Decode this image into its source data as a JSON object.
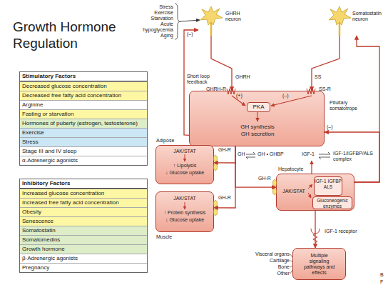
{
  "diagram": {
    "title": "Growth Hormone Regulation",
    "nodes": [
      {
        "text": [
          "Stimulatory Factors",
          "Decreased glucose concentration",
          "Decreased free fatty acid concentration",
          "Arginine",
          "Fasting or starvation",
          "Hormones of puberty (estrogen, testosterone)",
          "Exercise",
          "Stress",
          "Stage III and IV sleep",
          "α-Adrenergic agonists"
        ]
      },
      {
        "text": [
          "Inhibitory Factors",
          "Increased glucose concentration",
          "Increased free fatty acid concentration",
          "Obesity",
          "Senescence",
          "Somatostatin",
          "Somatomedins",
          "Growth hormone",
          "β-Adrenergic agonists",
          "Pregnancy"
        ]
      },
      {
        "text": [
          "GHRH neuron"
        ]
      },
      {
        "text": [
          "Somatostatin neuron"
        ]
      },
      {
        "text": [
          "Pituitary somatotrope",
          "GH synthesis",
          "GH secretion"
        ]
      },
      {
        "text": [
          "PKA"
        ],
        "in": 4
      },
      {
        "text": [
          "Adipose",
          "JAK/STAT",
          "↑ Lipolysis",
          "↓ Glucose uptake"
        ]
      },
      {
        "text": [
          "Muscle",
          "JAK/STAT",
          "↑ Protein synthesis",
          "↓ Glucose uptake"
        ]
      },
      {
        "text": [
          "Hepatocyte",
          "JAK/STAT"
        ]
      },
      {
        "text": [
          "IGF-1 IGFBP ALS"
        ],
        "in": 8
      },
      {
        "text": [
          "Gluconeogenic enzymes"
        ],
        "in": 8
      },
      {
        "text": [
          "Multiple signaling pathways and effects"
        ]
      }
    ],
    "edges": [
      {
        "from": 2,
        "to": 4,
        "arrow": "to"
      },
      {
        "from": 3,
        "to": 4,
        "arrow": "to"
      },
      {
        "from": 4,
        "to": 2,
        "arrow": "to"
      },
      {
        "from": 4,
        "to": 6,
        "arrow": "to"
      },
      {
        "from": 4,
        "to": 7,
        "arrow": "to"
      },
      {
        "from": 4,
        "to": 8,
        "arrow": "to"
      },
      {
        "from": 8,
        "to": 4,
        "arrow": "to"
      },
      {
        "from": 8,
        "to": 3,
        "arrow": "to"
      },
      {
        "from": 8,
        "to": 11,
        "arrow": "to"
      }
    ],
    "labels": [
      "Stress",
      "Exercise",
      "Starvation",
      "Acute hypoglycemia",
      "Aging",
      "Short loop feedback",
      "(–)",
      "GHRH",
      "SS",
      "GHRH-R",
      "SS-R",
      "(+)",
      "(–)",
      "(–)",
      "GH-R",
      "GH",
      "GH • GHBP",
      "IGF-1",
      "IGF-1/IGFBP/ALS complex",
      "GH-R",
      "GH-R",
      "IGF-1 receptor",
      "Visceral organs",
      "Cartilage",
      "Bone",
      "Other",
      "B",
      "F"
    ]
  }
}
